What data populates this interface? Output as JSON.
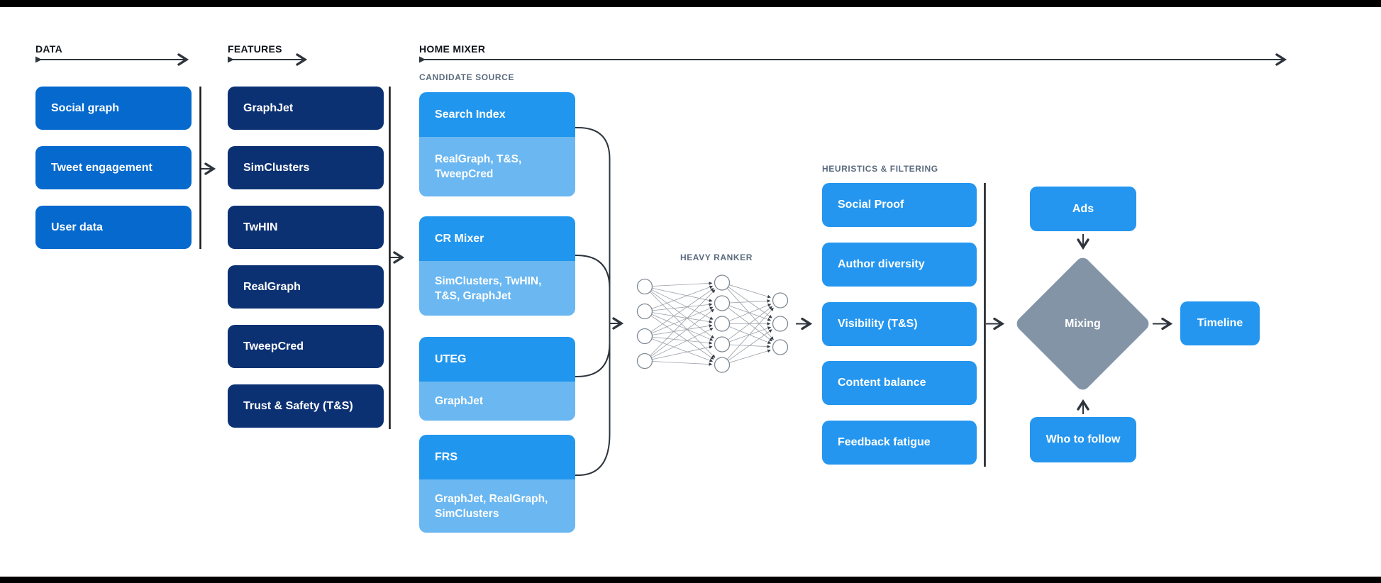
{
  "lanes": {
    "data": {
      "title": "DATA",
      "items": [
        "Social graph",
        "Tweet engagement",
        "User data"
      ]
    },
    "features": {
      "title": "FEATURES",
      "items": [
        "GraphJet",
        "SimClusters",
        "TwHIN",
        "RealGraph",
        "TweepCred",
        "Trust & Safety (T&S)"
      ]
    },
    "home_mixer": {
      "title": "HOME MIXER",
      "candidate_source": {
        "label": "CANDIDATE SOURCE",
        "sources": [
          {
            "name": "Search Index",
            "lines": [
              "RealGraph, T&S,",
              "TweepCred"
            ]
          },
          {
            "name": "CR Mixer",
            "lines": [
              "SimClusters, TwHIN,",
              "T&S, GraphJet"
            ]
          },
          {
            "name": "UTEG",
            "lines": [
              "GraphJet"
            ]
          },
          {
            "name": "FRS",
            "lines": [
              "GraphJet, RealGraph,",
              "SimClusters"
            ]
          }
        ]
      },
      "heavy_ranker": {
        "label": "HEAVY RANKER",
        "layers": [
          4,
          5,
          3
        ]
      },
      "heuristics": {
        "label": "HEURISTICS & FILTERING",
        "items": [
          "Social Proof",
          "Author diversity",
          "Visibility (T&S)",
          "Content balance",
          "Feedback fatigue"
        ]
      },
      "mixing": {
        "ads": "Ads",
        "diamond": "Mixing",
        "who_to_follow": "Who to follow",
        "timeline": "Timeline"
      }
    }
  },
  "colors": {
    "data_box": "#0569cd",
    "feature_box": "#0c3173",
    "source_box": "#2196ee",
    "source_sub_box": "#6ab7f1",
    "filter_box": "#2496ef",
    "mixing_diamond": "#8494a7",
    "section_label": "#5b6b7e",
    "wire": "#2e353d"
  }
}
